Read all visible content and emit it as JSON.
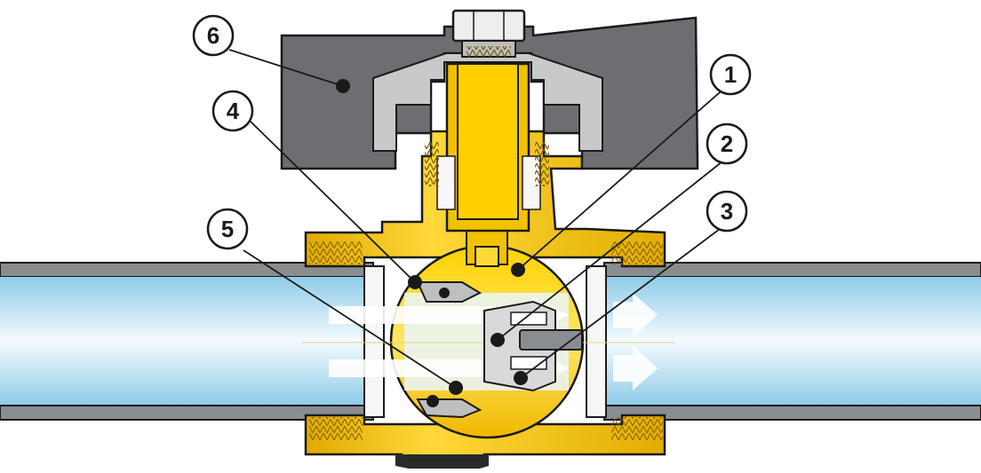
{
  "diagram": {
    "callouts": [
      {
        "id": "1",
        "label": "1"
      },
      {
        "id": "2",
        "label": "2"
      },
      {
        "id": "3",
        "label": "3"
      },
      {
        "id": "4",
        "label": "4"
      },
      {
        "id": "5",
        "label": "5"
      },
      {
        "id": "6",
        "label": "6"
      }
    ]
  },
  "colors": {
    "brass": "#f2c200",
    "brass_dark": "#c99400",
    "brass_light": "#ffe24a",
    "handle": "#6d6e71",
    "handle_inner": "#c8c9cb",
    "pipe_wall": "#8a8d90",
    "water": "#bfe3f5",
    "outline": "#1a1a1a"
  }
}
